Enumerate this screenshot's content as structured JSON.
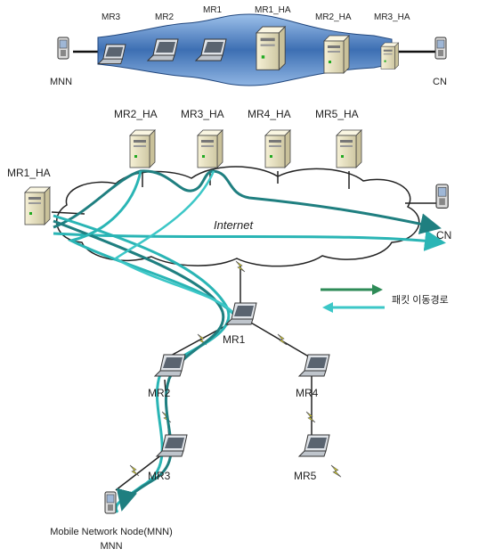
{
  "top_diagram": {
    "routers": [
      "MR3",
      "MR2",
      "MR1"
    ],
    "home_agents": [
      "MR1_HA",
      "MR2_HA",
      "MR3_HA"
    ],
    "left_node": "MNN",
    "right_node": "CN"
  },
  "main_diagram": {
    "home_agents": [
      "MR2_HA",
      "MR3_HA",
      "MR4_HA",
      "MR5_HA"
    ],
    "left_home_agent": "MR1_HA",
    "cloud_label": "Internet",
    "correspondent": "CN",
    "routers": [
      "MR1",
      "MR2",
      "MR3",
      "MR4",
      "MR5"
    ],
    "mnn_caption": "Mobile Network Node(MNN)",
    "mnn_short": "MNN"
  },
  "legend": {
    "label": "패킷 이동경로",
    "colors": {
      "forward": "#2e8b57",
      "return": "#3cc7c7"
    }
  },
  "colors": {
    "path": "#2ab5b5",
    "path_dark": "#1f7f80",
    "tunnel": "#3d6fb3",
    "server": "#ede7c6",
    "lightning": "#e8df1a"
  },
  "icons": [
    "phone-icon",
    "laptop-icon",
    "server-icon",
    "cloud-icon",
    "lightning-icon",
    "arrow-icon"
  ]
}
